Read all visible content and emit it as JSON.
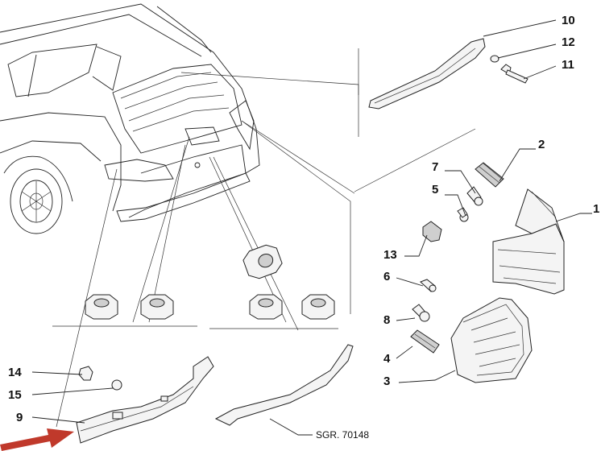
{
  "diagram": {
    "reference_code": "SGR. 70148",
    "callouts": [
      {
        "id": "c1",
        "text": "1"
      },
      {
        "id": "c2",
        "text": "2"
      },
      {
        "id": "c3",
        "text": "3"
      },
      {
        "id": "c4",
        "text": "4"
      },
      {
        "id": "c5",
        "text": "5"
      },
      {
        "id": "c6",
        "text": "6"
      },
      {
        "id": "c7",
        "text": "7"
      },
      {
        "id": "c8",
        "text": "8"
      },
      {
        "id": "c9",
        "text": "9"
      },
      {
        "id": "c10",
        "text": "10"
      },
      {
        "id": "c11",
        "text": "11"
      },
      {
        "id": "c12",
        "text": "12"
      },
      {
        "id": "c13",
        "text": "13"
      },
      {
        "id": "c14",
        "text": "14"
      },
      {
        "id": "c15",
        "text": "15"
      }
    ],
    "arrow_color": "#c0392b"
  }
}
